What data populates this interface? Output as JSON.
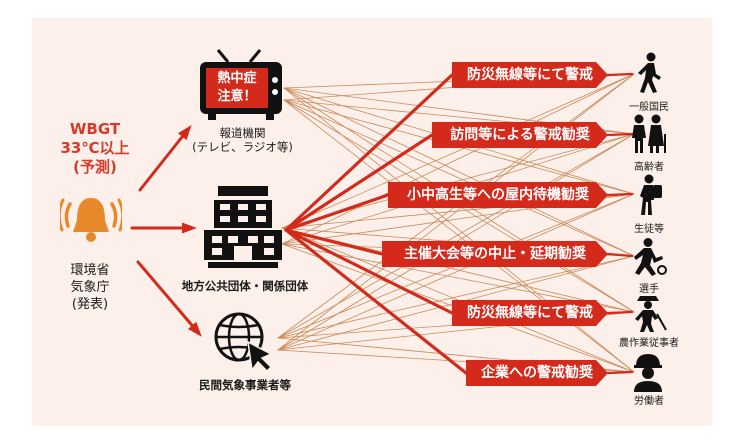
{
  "source": {
    "wbgt": [
      "WBGT",
      "33℃以上",
      "(予測)"
    ],
    "agency": [
      "環境省",
      "気象庁",
      "(発表)"
    ]
  },
  "tv": {
    "screen_text": [
      "熱中症",
      "注意！"
    ],
    "label": [
      "報道機関",
      "(テレビ、ラジオ等)"
    ]
  },
  "building": {
    "label": "地方公共団体・関係団体"
  },
  "weather_company": {
    "label": "民間気象事業者等"
  },
  "messages": [
    "防災無線等にて警戒",
    "訪問等による警戒勧奨",
    "小中高生等への屋内待機勧奨",
    "主催大会等の中止・延期勧奨",
    "防災無線等にて警戒",
    "企業への警戒勧奨"
  ],
  "recipients": [
    {
      "label": "一般国民",
      "icon": "walking-person-icon"
    },
    {
      "label": "高齢者",
      "icon": "elderly-couple-icon"
    },
    {
      "label": "生徒等",
      "icon": "student-icon"
    },
    {
      "label": "選手",
      "icon": "athlete-icon"
    },
    {
      "label": "農作業従事者",
      "icon": "farmer-icon"
    },
    {
      "label": "労働者",
      "icon": "worker-icon"
    }
  ],
  "colors": {
    "accent": "#d32a1c",
    "background": "#fdf0ea",
    "text_red": "#d63a2a",
    "thin_line": "#c98a5a"
  }
}
